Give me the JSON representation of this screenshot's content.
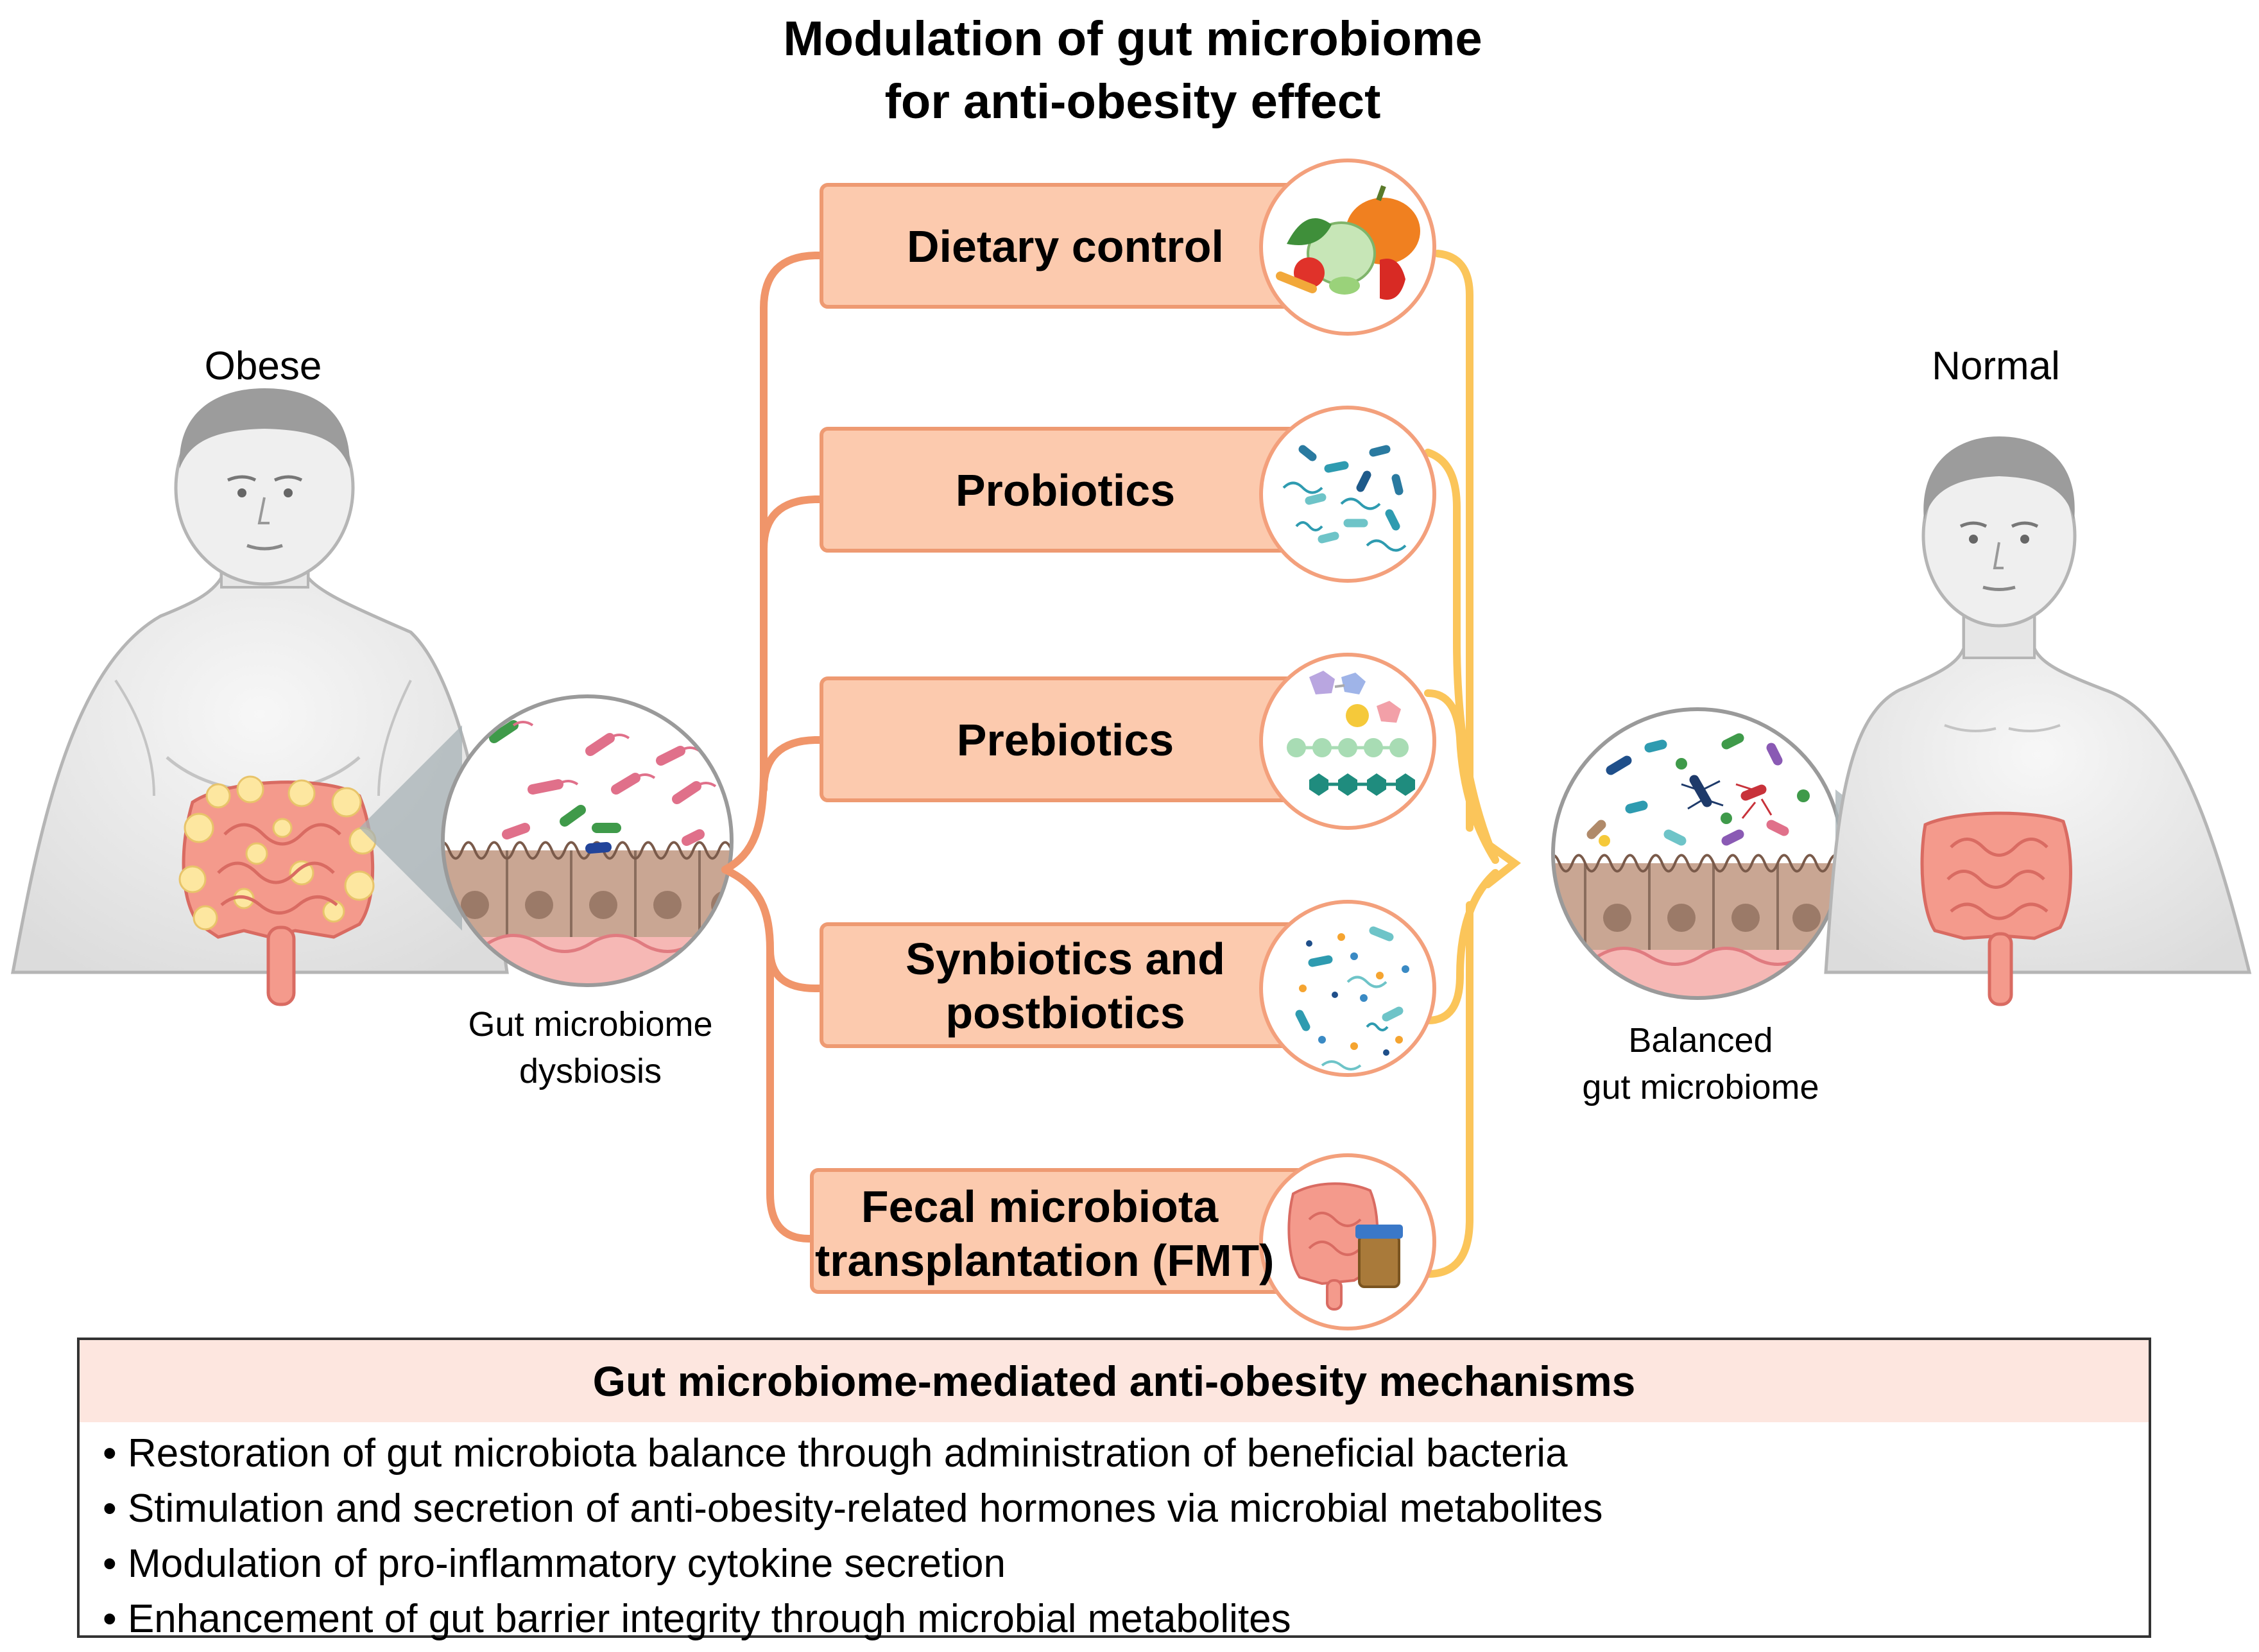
{
  "title_line1": "Modulation of gut microbiome",
  "title_line2": "for anti-obesity effect",
  "left": {
    "label": "Obese",
    "circle_label_1": "Gut microbiome",
    "circle_label_2": "dysbiosis"
  },
  "right": {
    "label": "Normal",
    "circle_label_1": "Balanced",
    "circle_label_2": "gut microbiome"
  },
  "strategies": [
    {
      "line1": "Dietary control",
      "line2": "",
      "icon": "vegetables-icon"
    },
    {
      "line1": "Probiotics",
      "line2": "",
      "icon": "bacteria-icon"
    },
    {
      "line1": "Prebiotics",
      "line2": "",
      "icon": "oligosaccharide-chain-icon"
    },
    {
      "line1": "Synbiotics and",
      "line2": "postbiotics",
      "icon": "microbe-particles-icon"
    },
    {
      "line1": "Fecal microbiota",
      "line2": "transplantation (FMT)",
      "icon": "intestine-stool-jar-icon"
    }
  ],
  "mechanisms": {
    "title": "Gut microbiome-mediated anti-obesity mechanisms",
    "items": [
      "Restoration of gut microbiota balance through administration of beneficial bacteria",
      "Stimulation and secretion of anti-obesity-related hormones via microbial metabolites",
      "Modulation of pro-inflammatory cytokine secretion",
      "Enhancement of gut barrier integrity through microbial metabolites"
    ]
  },
  "colors": {
    "box_fill": "#fccaae",
    "box_stroke": "#ee9a72",
    "left_connector": "#f0956a",
    "right_connector": "#fbc55a",
    "header_fill": "#fde6df",
    "body_fill": "#eeeeee",
    "body_stroke": "#b8b8b8",
    "intestine": "#ee8a80"
  }
}
